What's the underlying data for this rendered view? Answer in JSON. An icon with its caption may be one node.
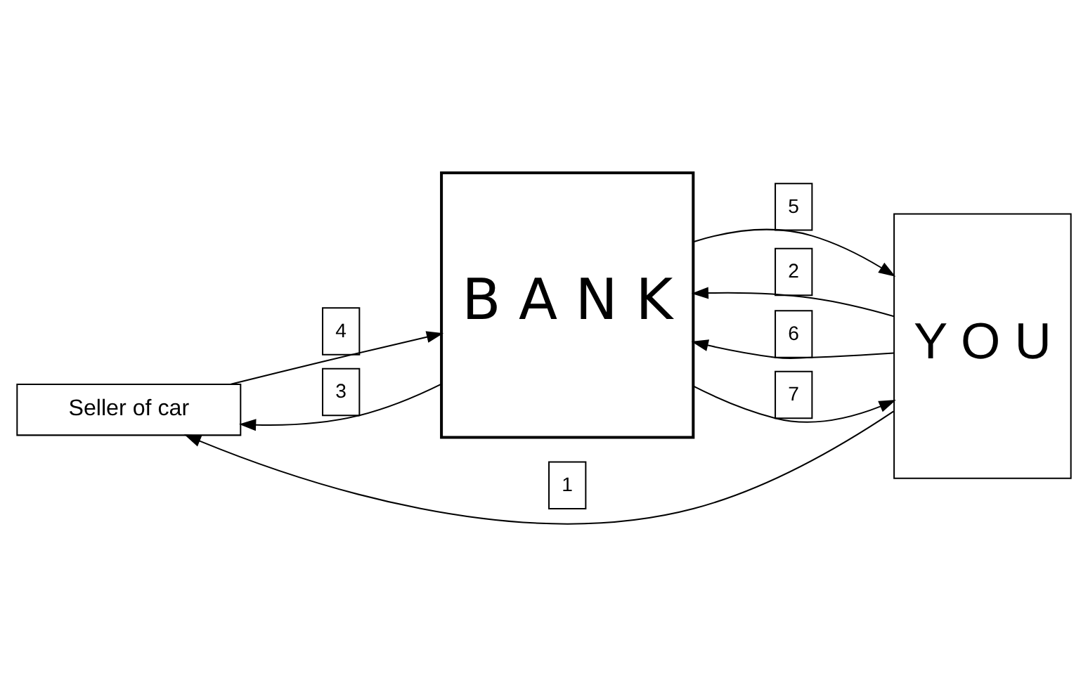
{
  "diagram": {
    "nodes": [
      {
        "text": [
          "Seller of car"
        ]
      },
      {
        "text": [
          "Y O U"
        ]
      },
      {
        "text": [
          "B A N K"
        ]
      }
    ],
    "edges": [
      {
        "from": 1,
        "to": 0,
        "arrow": "to",
        "label": "1"
      },
      {
        "from": 1,
        "to": 2,
        "arrow": "to",
        "label": "2"
      },
      {
        "from": 2,
        "to": 0,
        "arrow": "to",
        "label": "3"
      },
      {
        "from": 0,
        "to": 2,
        "arrow": "to",
        "label": "4"
      },
      {
        "from": 2,
        "to": 1,
        "arrow": "to",
        "label": "5"
      },
      {
        "from": 1,
        "to": 2,
        "arrow": "to",
        "label": "6"
      },
      {
        "from": 2,
        "to": 1,
        "arrow": "to",
        "label": "7"
      }
    ]
  }
}
